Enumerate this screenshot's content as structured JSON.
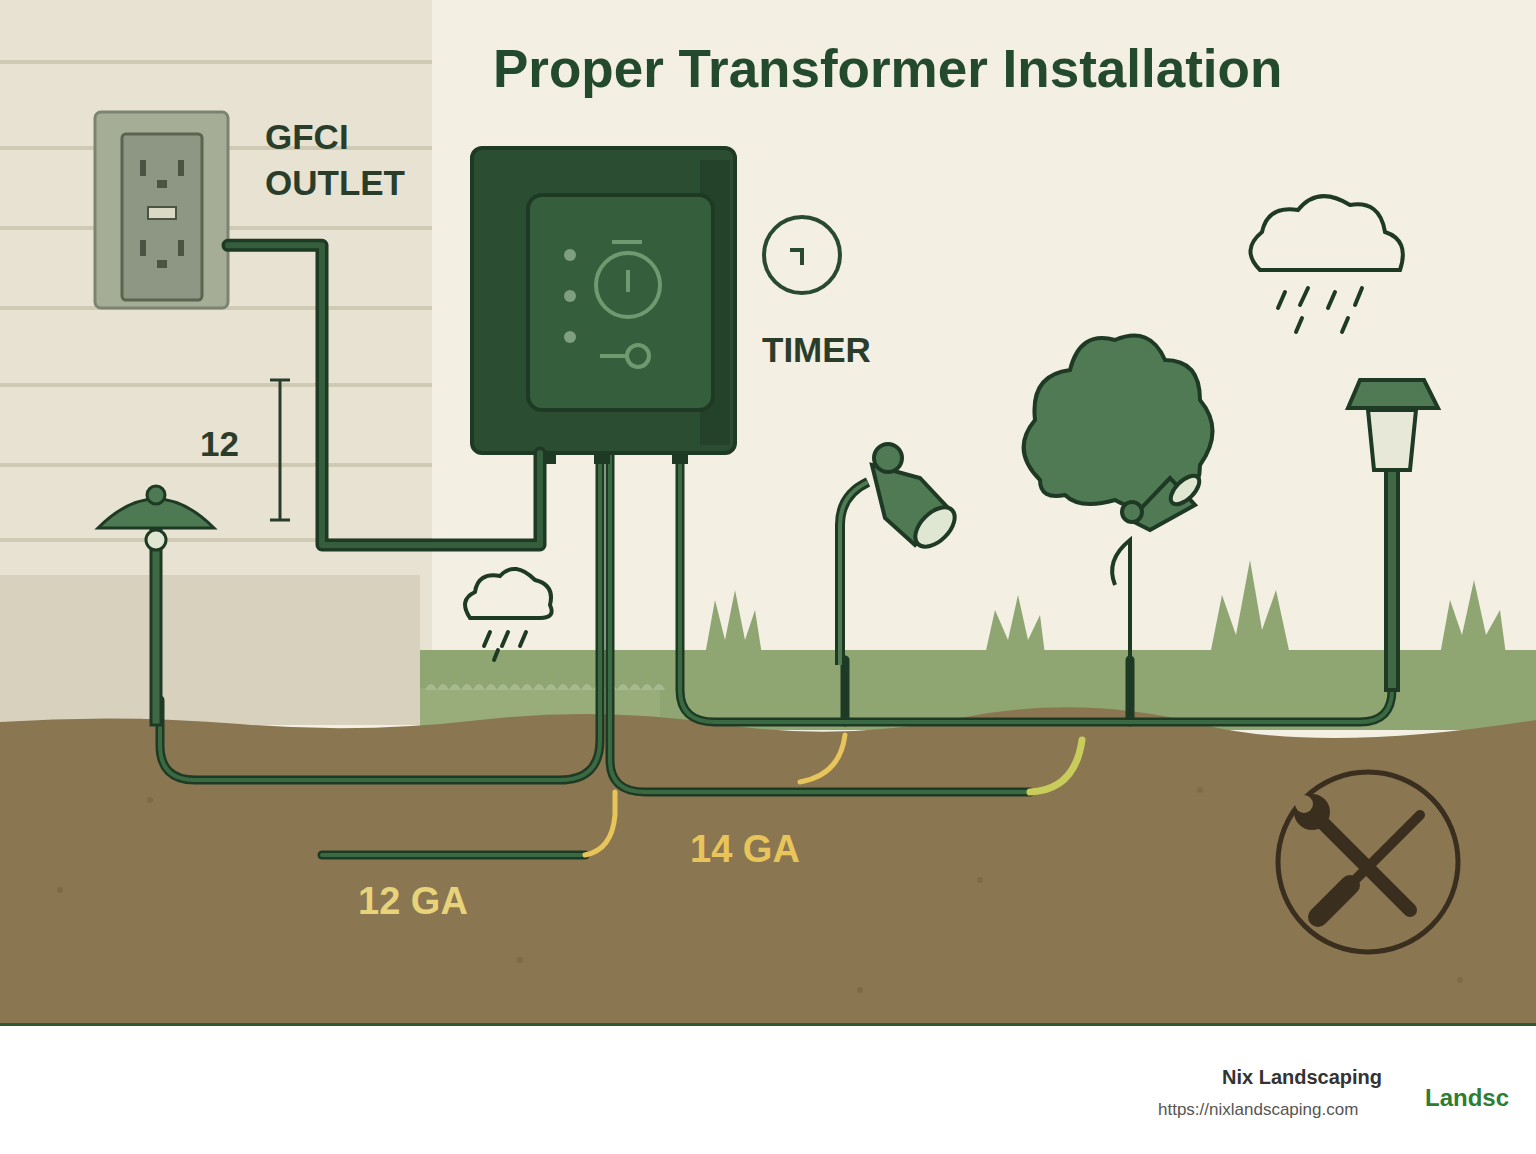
{
  "diagram": {
    "title": "Proper Transformer Installation",
    "nodes": [
      {
        "text": [
          "GFCI OUTLET"
        ]
      },
      {
        "text": [
          "TIMER"
        ]
      }
    ],
    "edges": [
      {
        "from": 0,
        "to": 1,
        "arrow": "none"
      }
    ],
    "labels": [
      "12",
      "14 GA",
      "12 GA",
      "Nix Landscaping",
      "https://nixlandscaping.com",
      "Landsc"
    ]
  }
}
